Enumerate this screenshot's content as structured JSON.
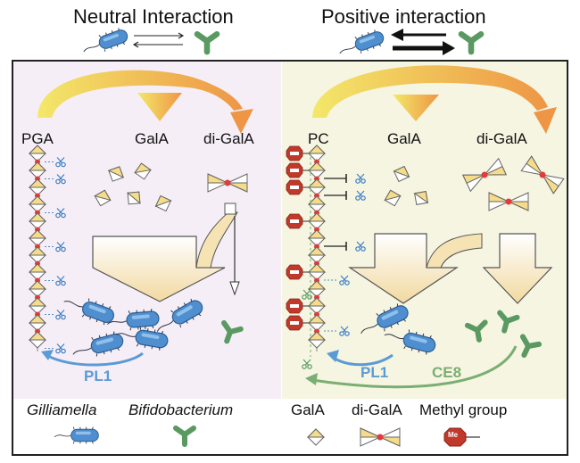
{
  "header": {
    "left_title": "Neutral Interaction",
    "right_title": "Positive interaction"
  },
  "left_panel": {
    "substrate": "PGA",
    "product_1": "GalA",
    "product_2": "di-GalA",
    "enzyme": "PL1",
    "background": "#f6eef7"
  },
  "right_panel": {
    "substrate": "PC",
    "product_1": "GalA",
    "product_2": "di-GalA",
    "enzyme_1": "PL1",
    "enzyme_2": "CE8",
    "background": "#f6f5e2"
  },
  "legend": {
    "organism_1": "Gilliamella",
    "organism_2": "Bifidobacterium",
    "galA": "GalA",
    "di_galA": "di-GalA",
    "methyl": "Methyl group",
    "methyl_badge": "Me"
  },
  "colors": {
    "bacterium_blue": "#4f8fcf",
    "bifido_green": "#5a9a62",
    "pl1_blue": "#5b9bd5",
    "ce8_green": "#7aae72",
    "methyl_red": "#c0392b",
    "sugar_yellow": "#f5dc8a",
    "frame": "#222222"
  }
}
